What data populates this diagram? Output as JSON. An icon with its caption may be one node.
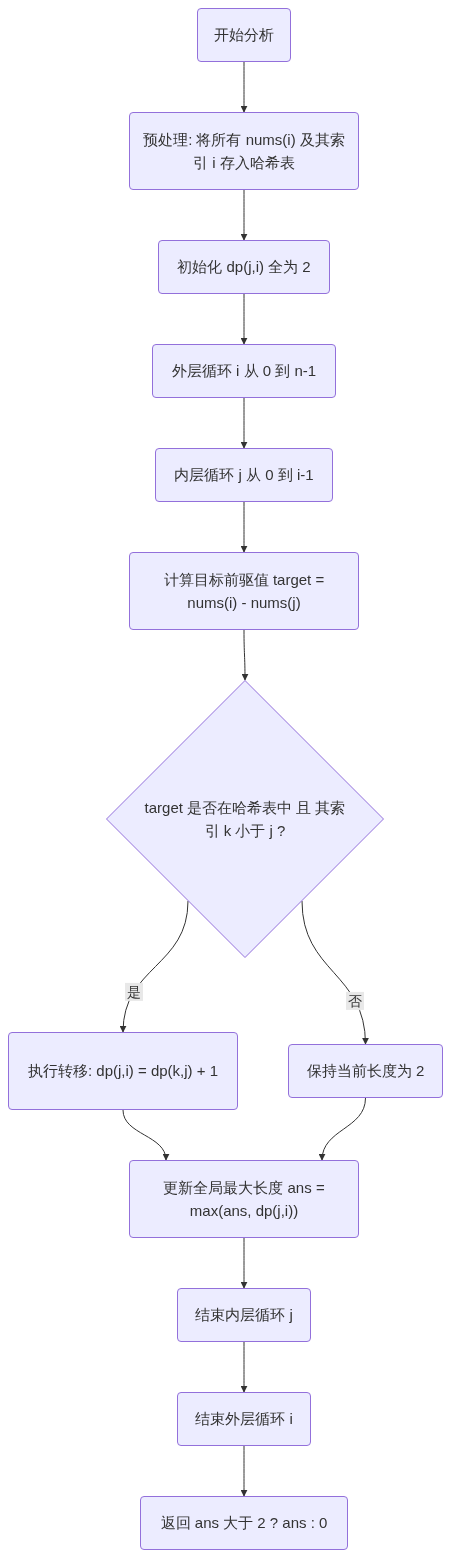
{
  "diagram": {
    "nodes": [
      {
        "text": [
          "开始分析"
        ]
      },
      {
        "text": [
          "预处理: 将所有 nums(i) 及其索引 i 存入哈希表"
        ]
      },
      {
        "text": [
          "初始化 dp(j,i) 全为 2"
        ]
      },
      {
        "text": [
          "外层循环 i 从 0 到 n-1"
        ]
      },
      {
        "text": [
          "内层循环 j 从 0 到 i-1"
        ]
      },
      {
        "text": [
          "计算目标前驱值 target = nums(i) - nums(j)"
        ]
      },
      {
        "text": [
          "target 是否在哈希表中 且 其索引 k 小于 j ?"
        ]
      },
      {
        "text": [
          "执行转移: dp(j,i) = dp(k,j) + 1"
        ]
      },
      {
        "text": [
          "保持当前长度为 2"
        ]
      },
      {
        "text": [
          "更新全局最大长度 ans = max(ans, dp(j,i))"
        ]
      },
      {
        "text": [
          "结束内层循环 j"
        ]
      },
      {
        "text": [
          "结束外层循环 i"
        ]
      },
      {
        "text": [
          "返回 ans 大于 2 ? ans : 0"
        ]
      }
    ],
    "edges": [
      {
        "from": 0,
        "to": 1,
        "arrow": "to"
      },
      {
        "from": 1,
        "to": 2,
        "arrow": "to"
      },
      {
        "from": 2,
        "to": 3,
        "arrow": "to"
      },
      {
        "from": 3,
        "to": 4,
        "arrow": "to"
      },
      {
        "from": 4,
        "to": 5,
        "arrow": "to"
      },
      {
        "from": 5,
        "to": 6,
        "arrow": "to"
      },
      {
        "from": 6,
        "to": 7,
        "arrow": "to",
        "label": "是"
      },
      {
        "from": 6,
        "to": 8,
        "arrow": "to",
        "label": "否"
      },
      {
        "from": 7,
        "to": 9,
        "arrow": "to"
      },
      {
        "from": 8,
        "to": 9,
        "arrow": "to"
      },
      {
        "from": 9,
        "to": 10,
        "arrow": "to"
      },
      {
        "from": 10,
        "to": 11,
        "arrow": "to"
      },
      {
        "from": 11,
        "to": 12,
        "arrow": "to"
      }
    ]
  }
}
